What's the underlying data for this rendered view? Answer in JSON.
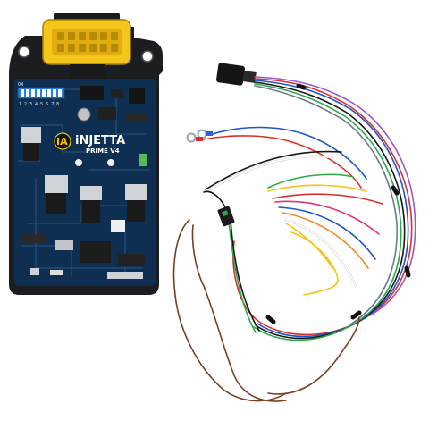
{
  "product": {
    "logo_text": "IA",
    "brand_name": "iNJETTA",
    "model": "PRIME V4",
    "dip_on_label": "ON",
    "dip_numbers": "1 2 3 4 5 6 7 8"
  },
  "colors": {
    "enclosure": "#1b1d21",
    "pcb": "#0e2f52",
    "connector": "#f4c51a",
    "dip_switch": "#2b7fd6"
  },
  "wiring": {
    "wire_colors": [
      "#d8302a",
      "#1b55c9",
      "#161616",
      "#ffffff",
      "#2aa84a",
      "#f0c51c",
      "#e0347a",
      "#7a3f20",
      "#9b59c9",
      "#f08a24",
      "#6c7a89"
    ]
  }
}
